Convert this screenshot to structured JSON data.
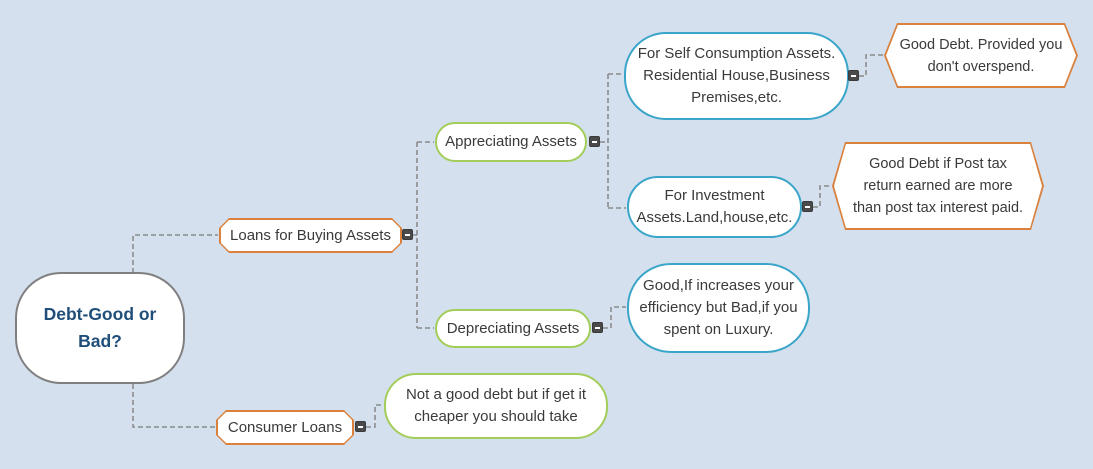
{
  "title": "Debt-Good or Bad? mind map",
  "canvas": {
    "background_color": "#d4e0ee"
  },
  "styles": {
    "node_fill_color": "#ffffff",
    "text_color": "#3a3a3a",
    "root_text_color": "#1f4e79",
    "root_border_color": "#7f7f7f",
    "branch_border_color": "#d9813d",
    "sub_branch_border_color": "#a3cd59",
    "detail_border_color": "#3aa5c9",
    "callout_border_color": "#d9813d",
    "connector_color": "#8c8c8c",
    "connector_style": "dashed",
    "collapse_marker_color": "#4a4a4a",
    "collapse_marker_glyph": "minus"
  },
  "nodes": {
    "root": {
      "label": "Debt-Good or\nBad?"
    },
    "loans_for_buying_assets": {
      "label": "Loans for Buying Assets"
    },
    "consumer_loans": {
      "label": "Consumer Loans"
    },
    "appreciating_assets": {
      "label": "Appreciating Assets"
    },
    "depreciating_assets": {
      "label": "Depreciating Assets"
    },
    "self_consumption_assets": {
      "label": "For Self Consumption Assets.\nResidential House,Business\nPremises,etc."
    },
    "investment_assets": {
      "label": "For Investment\nAssets.Land,house,etc."
    },
    "depreciating_note": {
      "label": "Good,If increases your\nefficiency but Bad,if you\nspent on Luxury."
    },
    "consumer_loans_note": {
      "label": "Not a good debt but if get it\ncheaper you should take"
    },
    "self_consumption_note": {
      "label": "Good Debt. Provided you\ndon't overspend."
    },
    "investment_note": {
      "label": "Good Debt if Post tax\nreturn earned are more\nthan post tax interest paid."
    }
  }
}
